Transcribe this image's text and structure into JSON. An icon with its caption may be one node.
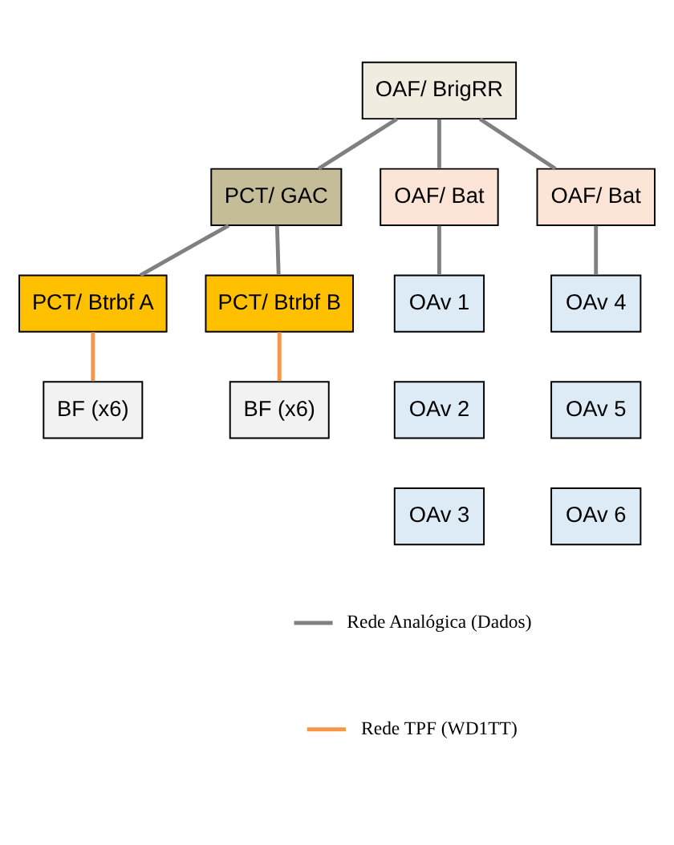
{
  "diagram": {
    "nodes": [
      {
        "text": [
          "OAF/ BrigRR"
        ]
      },
      {
        "text": [
          "PCT/ GAC"
        ]
      },
      {
        "text": [
          "OAF/ Bat"
        ]
      },
      {
        "text": [
          "OAF/ Bat"
        ]
      },
      {
        "text": [
          "PCT/ Btrbf A"
        ]
      },
      {
        "text": [
          "PCT/ Btrbf B"
        ]
      },
      {
        "text": [
          "OAv 1"
        ]
      },
      {
        "text": [
          "OAv 4"
        ]
      },
      {
        "text": [
          "OAv 2"
        ]
      },
      {
        "text": [
          "OAv 5"
        ]
      },
      {
        "text": [
          "OAv 3"
        ]
      },
      {
        "text": [
          "OAv 6"
        ]
      },
      {
        "text": [
          "BF (x6)"
        ]
      },
      {
        "text": [
          "BF (x6)"
        ]
      }
    ],
    "edges": [
      {
        "from": 0,
        "to": 1,
        "arrow": "none"
      },
      {
        "from": 0,
        "to": 2,
        "arrow": "none"
      },
      {
        "from": 0,
        "to": 3,
        "arrow": "none"
      },
      {
        "from": 1,
        "to": 4,
        "arrow": "none"
      },
      {
        "from": 1,
        "to": 5,
        "arrow": "none"
      },
      {
        "from": 2,
        "to": 6,
        "arrow": "none"
      },
      {
        "from": 3,
        "to": 7,
        "arrow": "none"
      },
      {
        "from": 4,
        "to": 12,
        "arrow": "none",
        "color": "#f79646"
      },
      {
        "from": 5,
        "to": 13,
        "arrow": "none",
        "color": "#f79646"
      }
    ],
    "legend": [
      {
        "text": "Rede Analógica (Dados)",
        "color": "#808080"
      },
      {
        "text": "Rede TPF (WD1TT)",
        "color": "#f79646"
      }
    ]
  }
}
